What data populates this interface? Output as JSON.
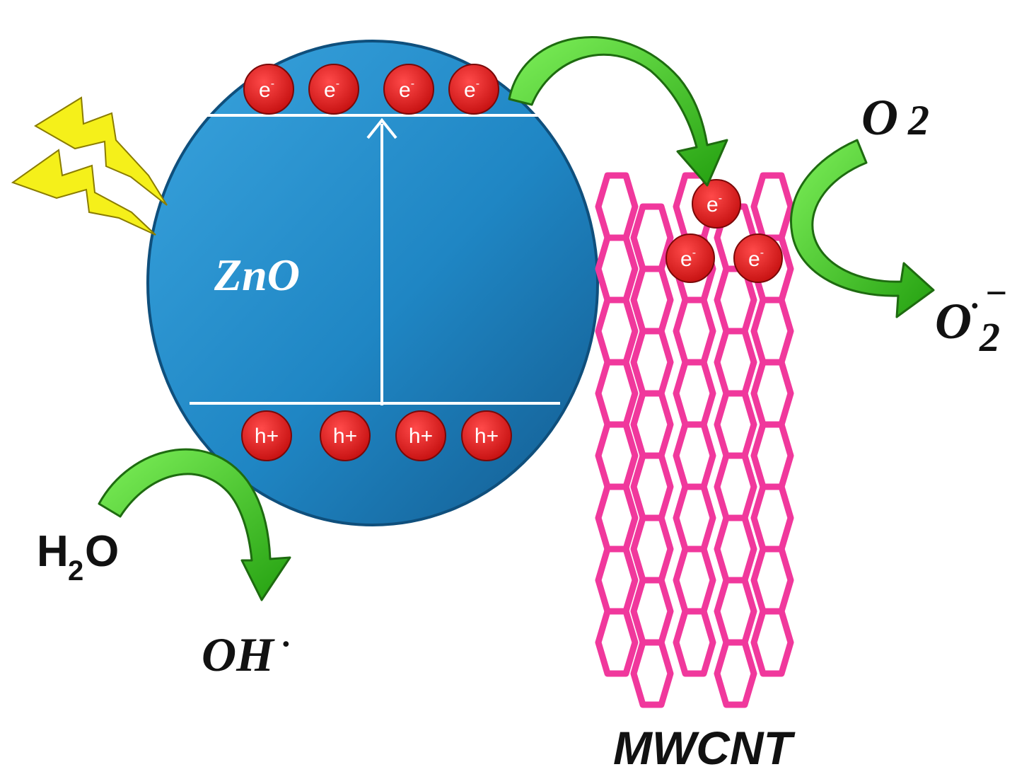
{
  "labels": {
    "zno": "ZnO",
    "mwcnt": "MWCNT",
    "o2": "O",
    "o2_sub": "2",
    "superoxide": "O",
    "superoxide_sub": "2",
    "superoxide_sup": "−",
    "superoxide_dot": "·",
    "water_h": "H",
    "water_sub": "2",
    "water_o": "O",
    "hydroxyl": "OH",
    "hydroxyl_dot": "·"
  },
  "particles": {
    "electron": "e",
    "electron_sup": "-",
    "hole": "h+"
  },
  "colors": {
    "zno_fill": "#1f86c4",
    "zno_dark": "#135b8f",
    "band_line": "#ffffff",
    "particle": "#e81c1c",
    "arrow_green": "#3dcc1e",
    "arrow_outline": "#1e6b10",
    "bolt_yellow": "#f5f01a",
    "mwcnt_pink": "#f0389c"
  }
}
